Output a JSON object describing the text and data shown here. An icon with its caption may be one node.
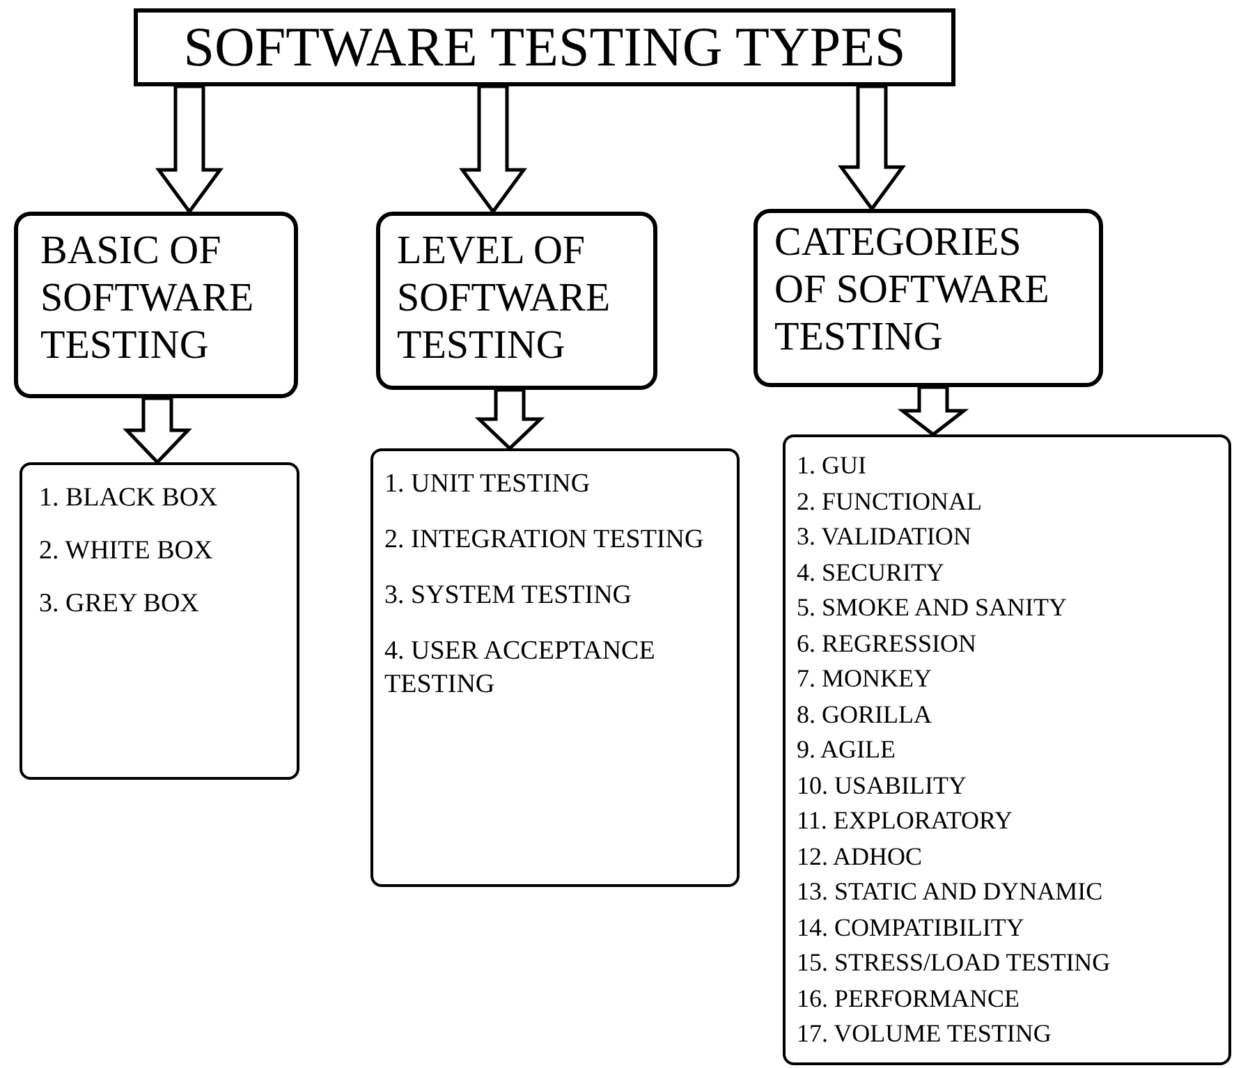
{
  "diagram": {
    "nodes": [
      {
        "text": [
          "SOFTWARE TESTING TYPES"
        ]
      },
      {
        "text": [
          "BASIC OF SOFTWARE TESTING"
        ]
      },
      {
        "text": [
          "LEVEL OF SOFTWARE TESTING"
        ]
      },
      {
        "text": [
          "CATEGORIES OF SOFTWARE TESTING"
        ]
      },
      {
        "text": [
          "1. BLACK BOX",
          "2. WHITE BOX",
          "3. GREY BOX"
        ]
      },
      {
        "text": [
          "1. UNIT TESTING",
          "2. INTEGRATION TESTING",
          "3. SYSTEM TESTING",
          "4. USER ACCEPTANCE TESTING"
        ]
      },
      {
        "text": [
          "1. GUI",
          "2. FUNCTIONAL",
          "3. VALIDATION",
          "4. SECURITY",
          "5. SMOKE AND SANITY",
          "6. REGRESSION",
          "7. MONKEY",
          "8. GORILLA",
          "9. AGILE",
          "10. USABILITY",
          "11. EXPLORATORY",
          "12. ADHOC",
          "13. STATIC AND DYNAMIC",
          "14. COMPATIBILITY",
          "15. STRESS/LOAD TESTING",
          "16. PERFORMANCE",
          "17. VOLUME TESTING"
        ]
      }
    ],
    "edges": [
      {
        "from": 0,
        "to": 1,
        "arrow": "to"
      },
      {
        "from": 0,
        "to": 2,
        "arrow": "to"
      },
      {
        "from": 0,
        "to": 3,
        "arrow": "to"
      },
      {
        "from": 1,
        "to": 4,
        "arrow": "to"
      },
      {
        "from": 2,
        "to": 5,
        "arrow": "to"
      },
      {
        "from": 3,
        "to": 6,
        "arrow": "to"
      }
    ]
  }
}
